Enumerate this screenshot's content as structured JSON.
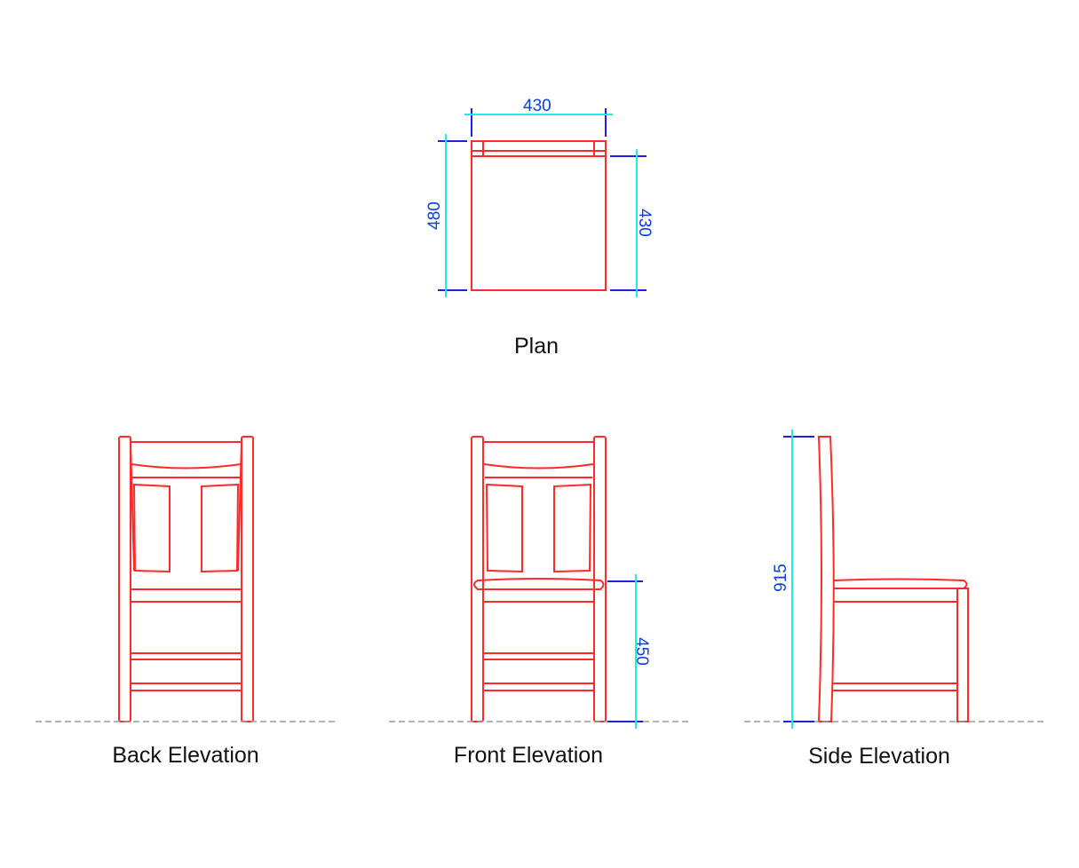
{
  "drawing": {
    "colors": {
      "object": "#ff2a2a",
      "dim_line": "#22e6f0",
      "dim_ext": "#1a22e0",
      "dim_text": "#0a3fe0",
      "ground": "#999999",
      "label": "#111111"
    },
    "views": [
      {
        "id": "plan",
        "label": "Plan",
        "dims": [
          {
            "value": "430",
            "orientation": "horizontal",
            "position": "top"
          },
          {
            "value": "480",
            "orientation": "vertical",
            "position": "left"
          },
          {
            "value": "430",
            "orientation": "vertical",
            "position": "right"
          }
        ]
      },
      {
        "id": "back",
        "label": "Back Elevation",
        "dims": []
      },
      {
        "id": "front",
        "label": "Front Elevation",
        "dims": [
          {
            "value": "450",
            "orientation": "vertical",
            "position": "right"
          }
        ]
      },
      {
        "id": "side",
        "label": "Side Elevation",
        "dims": [
          {
            "value": "915",
            "orientation": "vertical",
            "position": "left"
          }
        ]
      }
    ]
  }
}
